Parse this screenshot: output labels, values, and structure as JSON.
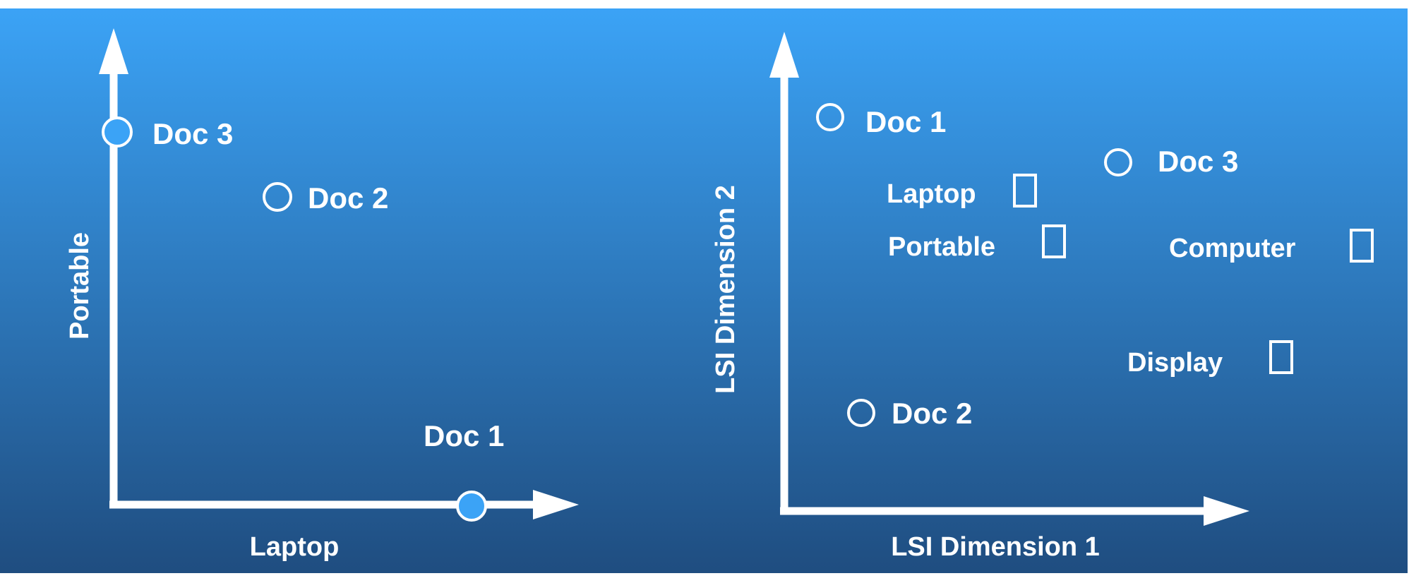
{
  "colors": {
    "background_top": "#3ba3f6",
    "background_bottom": "#1f4d80",
    "axis": "#ffffff",
    "text": "#ffffff",
    "filled_marker": "#3ba3f6",
    "marker_stroke": "#ffffff"
  },
  "left_panel": {
    "x_axis_label": "Laptop",
    "y_axis_label": "Portable",
    "documents": [
      {
        "label": "Doc 3",
        "filled": true
      },
      {
        "label": "Doc 2",
        "filled": false
      },
      {
        "label": "Doc 1",
        "filled": true
      }
    ]
  },
  "right_panel": {
    "x_axis_label": "LSI Dimension 1",
    "y_axis_label": "LSI Dimension 2",
    "documents": [
      {
        "label": "Doc 1"
      },
      {
        "label": "Doc 3"
      },
      {
        "label": "Doc 2"
      }
    ],
    "terms": [
      {
        "label": "Laptop"
      },
      {
        "label": "Portable"
      },
      {
        "label": "Computer"
      },
      {
        "label": "Display"
      }
    ]
  }
}
